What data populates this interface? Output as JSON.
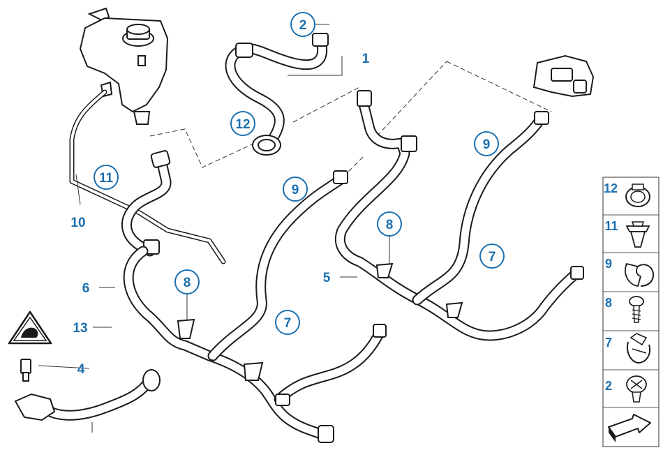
{
  "callouts": {
    "c2_top": "2",
    "c12": "12",
    "c11": "11",
    "c10": "10",
    "c9_left": "9",
    "c9_right": "9",
    "c8_left": "8",
    "c8_right": "8",
    "c7_left": "7",
    "c7_right": "7",
    "c6": "6",
    "c5": "5",
    "c13": "13",
    "c4": "4",
    "c1": "1"
  },
  "legend": {
    "items": [
      {
        "number": "12",
        "icon": "hose-clamp-icon"
      },
      {
        "number": "11",
        "icon": "expanding-rivet-icon"
      },
      {
        "number": "9",
        "icon": "hose-clip-icon"
      },
      {
        "number": "8",
        "icon": "screw-icon"
      },
      {
        "number": "7",
        "icon": "spring-clip-icon"
      },
      {
        "number": "2",
        "icon": "plug-icon"
      }
    ],
    "footer_icon": "arrow-icon"
  },
  "colors": {
    "callout": "#1a6fb0",
    "line": "#1b1b1b"
  }
}
